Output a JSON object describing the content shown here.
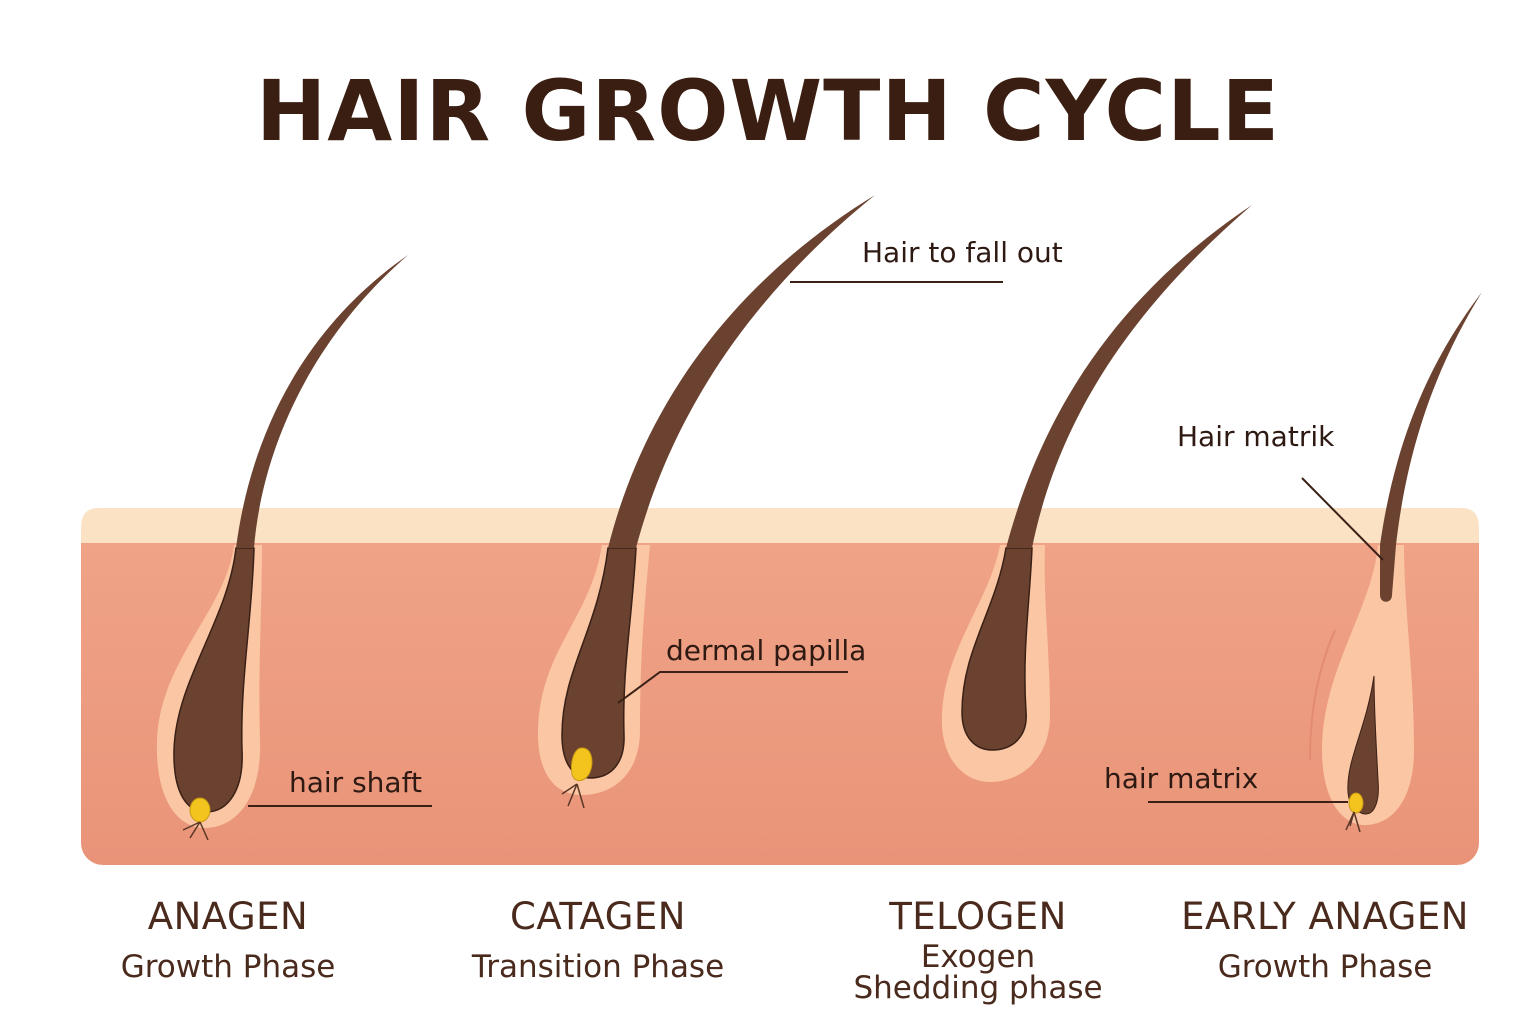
{
  "title": "HAIR GROWTH CYCLE",
  "labels": {
    "hair_to_fall_out": "Hair to fall out",
    "hair_matrik": "Hair matrik",
    "dermal_papilla": "dermal papilla",
    "hair_shaft": "hair shaft",
    "hair_matrix": "hair matrix"
  },
  "phases": [
    {
      "name": "ANAGEN",
      "subtitle": "Growth Phase"
    },
    {
      "name": "CATAGEN",
      "subtitle": "Transition Phase"
    },
    {
      "name": "TELOGEN",
      "subtitle": "Exogen",
      "subtitle2": "Shedding phase"
    },
    {
      "name": "EARLY ANAGEN",
      "subtitle": "Growth Phase"
    }
  ],
  "colors": {
    "skin_top": "#fbe3c6",
    "dermis": "#eea083",
    "follicle_sheath": "#fbc9a5",
    "hair": "#6e4532",
    "papilla": "#f4c41e",
    "text": "#3a1e12"
  }
}
